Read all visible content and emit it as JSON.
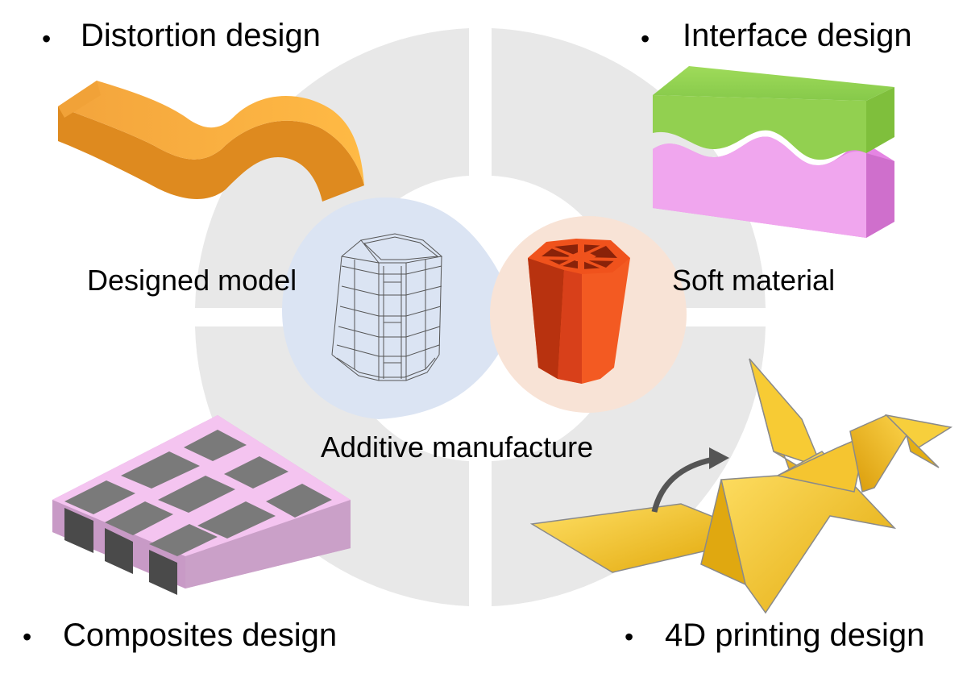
{
  "corners": {
    "top_left": "Distortion design",
    "top_right": "Interface design",
    "bottom_left": "Composites design",
    "bottom_right": "4D printing design"
  },
  "bullet_glyph": "•",
  "center": {
    "left_label": "Designed model",
    "right_label": "Soft material",
    "bottom_label": "Additive manufacture"
  },
  "colors": {
    "ring": "#e8e8e8",
    "blue_circle": "#dbe4f3",
    "peach_circle": "#f8e3d6",
    "orange_shape": "#ee9a2e",
    "green_block": "#92d050",
    "pink_block": "#f0a6ee",
    "red_hexagon": "#e8461b",
    "composite_pink": "#f4c4f0",
    "composite_gray": "#7a7a7a",
    "gold_origami": "#f2c01e"
  }
}
